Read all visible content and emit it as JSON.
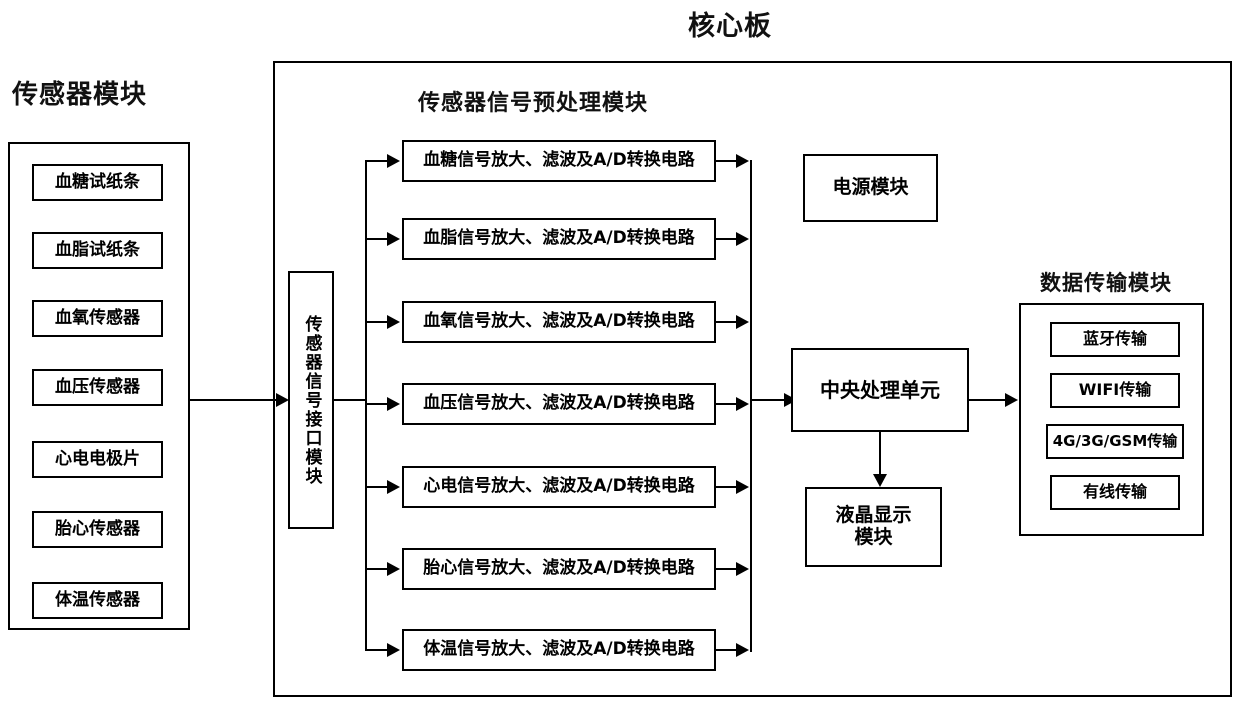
{
  "diagram": {
    "type": "block-diagram",
    "titles": {
      "core_board": "核心板",
      "sensor_module": "传感器模块",
      "preprocess_module": "传感器信号预处理模块",
      "data_transmission": "数据传输模块"
    },
    "sensor_module": {
      "items": [
        {
          "label": "血糖试纸条"
        },
        {
          "label": "血脂试纸条"
        },
        {
          "label": "血氧传感器"
        },
        {
          "label": "血压传感器"
        },
        {
          "label": "心电电极片"
        },
        {
          "label": "胎心传感器"
        },
        {
          "label": "体温传感器"
        }
      ]
    },
    "interface_module": {
      "label": "传感器信号接口模块"
    },
    "preprocess_module": {
      "items": [
        {
          "label": "血糖信号放大、滤波及A/D转换电路"
        },
        {
          "label": "血脂信号放大、滤波及A/D转换电路"
        },
        {
          "label": "血氧信号放大、滤波及A/D转换电路"
        },
        {
          "label": "血压信号放大、滤波及A/D转换电路"
        },
        {
          "label": "心电信号放大、滤波及A/D转换电路"
        },
        {
          "label": "胎心信号放大、滤波及A/D转换电路"
        },
        {
          "label": "体温信号放大、滤波及A/D转换电路"
        }
      ]
    },
    "power_module": {
      "label": "电源模块"
    },
    "cpu": {
      "label": "中央处理单元"
    },
    "display_module": {
      "line1": "液晶显示",
      "line2": "模块"
    },
    "data_transmission": {
      "items": [
        {
          "label": "蓝牙传输"
        },
        {
          "label": "WIFI传输"
        },
        {
          "label": "4G/3G/GSM传输"
        },
        {
          "label": "有线传输"
        }
      ]
    },
    "colors": {
      "stroke": "#000000",
      "background": "#ffffff"
    }
  }
}
